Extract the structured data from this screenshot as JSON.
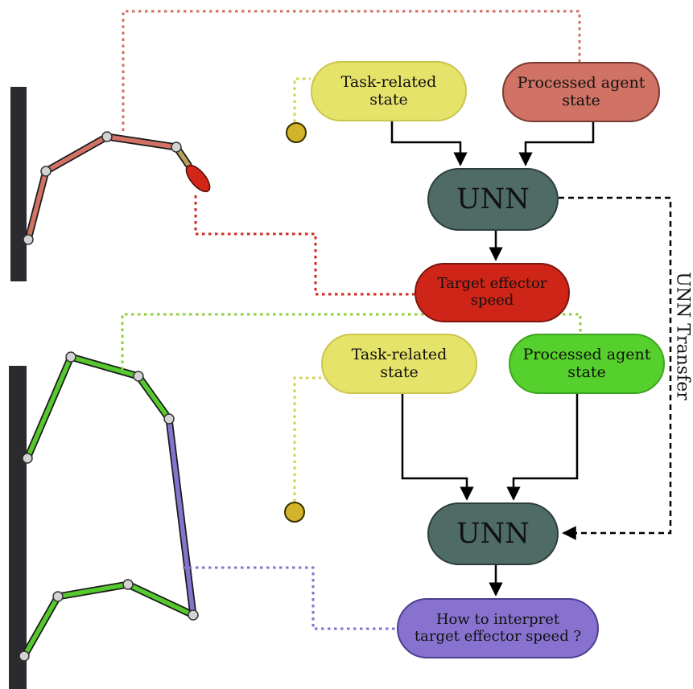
{
  "top_panel": {
    "task_state": "Task-related\nstate",
    "agent_state": "Processed agent\nstate",
    "network": "UNN",
    "output": "Target effector\nspeed",
    "colors": {
      "task": "#e6e36a",
      "agent": "#d07364",
      "network": "#4e6b66",
      "output": "#cf2418"
    }
  },
  "bottom_panel": {
    "task_state": "Task-related\nstate",
    "agent_state": "Processed agent\nstate",
    "network": "UNN",
    "output": "How to interpret\ntarget effector speed ?",
    "colors": {
      "task": "#e6e36a",
      "agent": "#56d02c",
      "network": "#4e6b66",
      "output": "#8773cf"
    }
  },
  "transfer_label": "UNN Transfer"
}
